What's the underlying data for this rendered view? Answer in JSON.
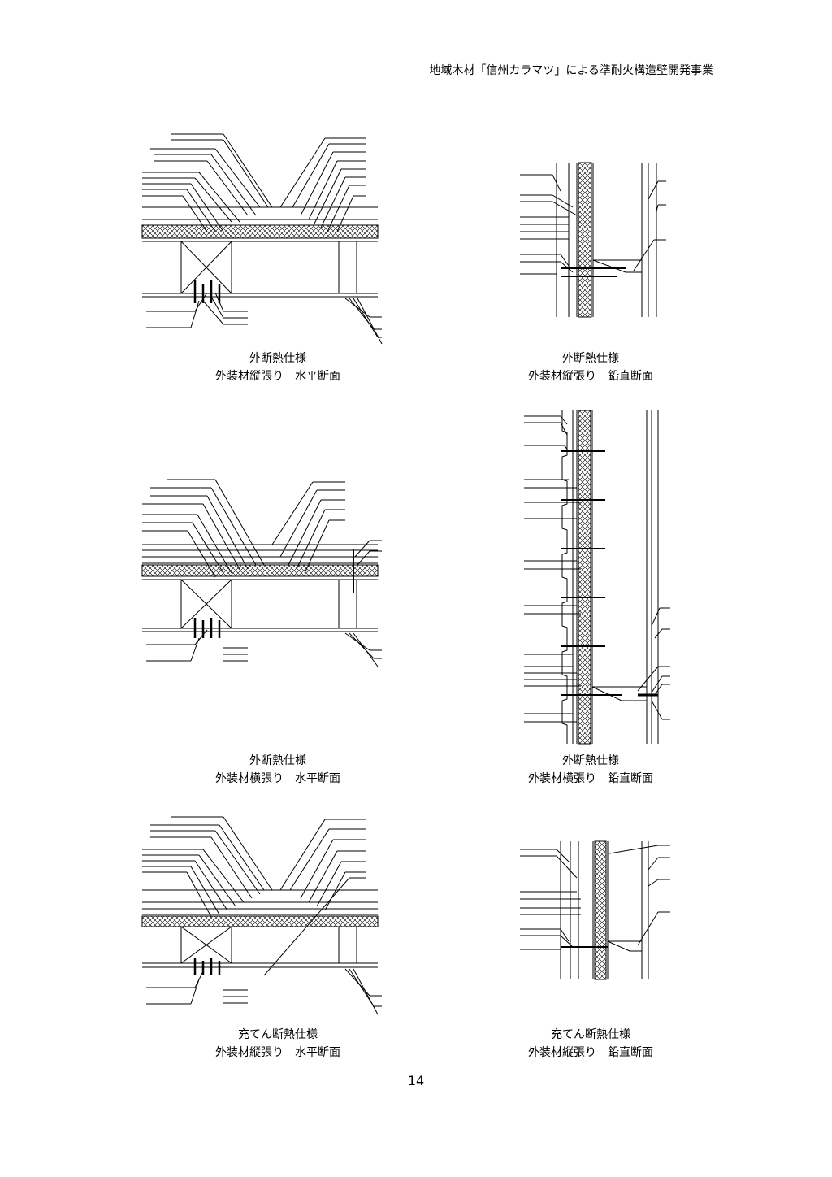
{
  "header": {
    "title": "地域木材「信州カラマツ」による準耐火構造壁開発事業"
  },
  "drawings": [
    {
      "title": "外断熱仕様",
      "subtitle": "外装材縦張り　水平断面"
    },
    {
      "title": "外断熱仕様",
      "subtitle": "外装材縦張り　鉛直断面"
    },
    {
      "title": "外断熱仕様",
      "subtitle": "外装材横張り　水平断面"
    },
    {
      "title": "外断熱仕様",
      "subtitle": "外装材横張り　鉛直断面"
    },
    {
      "title": "充てん断熱仕様",
      "subtitle": "外装材縦張り　水平断面"
    },
    {
      "title": "充てん断熱仕様",
      "subtitle": "外装材縦張り　鉛直断面"
    }
  ],
  "footer": {
    "page_number": "14"
  }
}
